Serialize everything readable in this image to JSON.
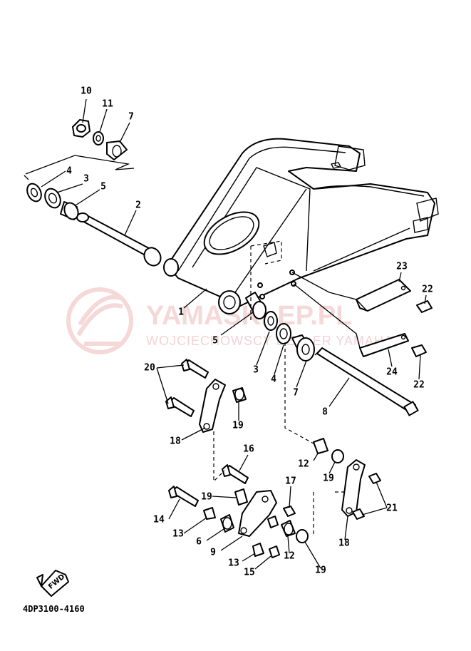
{
  "diagram_code": "4DP3100-4160",
  "fwd_label": "FWD",
  "watermark": {
    "brand": "YAMASKLEP.PL",
    "subtitle": "WOJCIECHOWSCY DEALER YAMAHA"
  },
  "callouts": [
    "1",
    "2",
    "3",
    "3",
    "4",
    "4",
    "5",
    "5",
    "6",
    "7",
    "7",
    "8",
    "9",
    "10",
    "11",
    "12",
    "12",
    "13",
    "13",
    "14",
    "15",
    "16",
    "17",
    "18",
    "18",
    "19",
    "19",
    "19",
    "19",
    "20",
    "21",
    "22",
    "22",
    "23",
    "24"
  ],
  "colors": {
    "ink": "#000000",
    "watermark": "#e9a9a9",
    "background": "#ffffff"
  }
}
